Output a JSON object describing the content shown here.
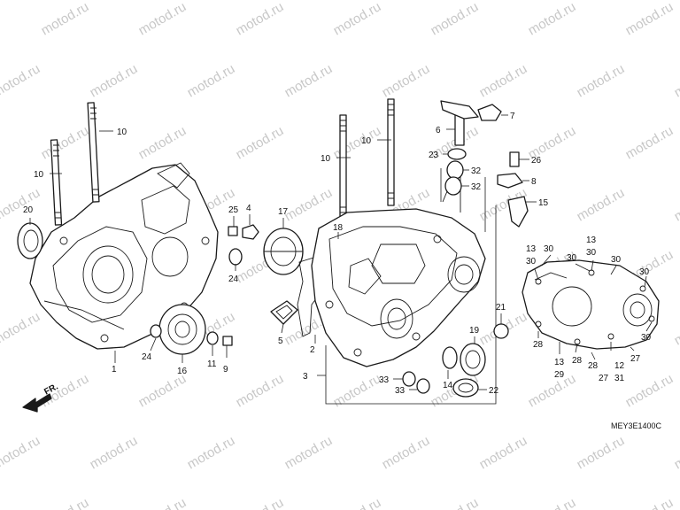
{
  "watermark": "motod.ru",
  "diagram_code": "MEY3E1400C",
  "direction_label": "FR.",
  "callouts": [
    {
      "id": "c10a",
      "text": "10"
    },
    {
      "id": "c10b",
      "text": "10"
    },
    {
      "id": "c10c",
      "text": "10"
    },
    {
      "id": "c10d",
      "text": "10"
    },
    {
      "id": "c20",
      "text": "20"
    },
    {
      "id": "c25",
      "text": "25"
    },
    {
      "id": "c4",
      "text": "4"
    },
    {
      "id": "c24a",
      "text": "24"
    },
    {
      "id": "c24b",
      "text": "24"
    },
    {
      "id": "c1",
      "text": "1"
    },
    {
      "id": "c16",
      "text": "16"
    },
    {
      "id": "c11",
      "text": "11"
    },
    {
      "id": "c9",
      "text": "9"
    },
    {
      "id": "c17",
      "text": "17"
    },
    {
      "id": "c18",
      "text": "18"
    },
    {
      "id": "c5",
      "text": "5"
    },
    {
      "id": "c2",
      "text": "2"
    },
    {
      "id": "c3",
      "text": "3"
    },
    {
      "id": "c6",
      "text": "6"
    },
    {
      "id": "c7",
      "text": "7"
    },
    {
      "id": "c23",
      "text": "23"
    },
    {
      "id": "c32a",
      "text": "32"
    },
    {
      "id": "c32b",
      "text": "32"
    },
    {
      "id": "c26",
      "text": "26"
    },
    {
      "id": "c8",
      "text": "8"
    },
    {
      "id": "c15",
      "text": "15"
    },
    {
      "id": "c21",
      "text": "21"
    },
    {
      "id": "c19",
      "text": "19"
    },
    {
      "id": "c14",
      "text": "14"
    },
    {
      "id": "c22",
      "text": "22"
    },
    {
      "id": "c33a",
      "text": "33"
    },
    {
      "id": "c33b",
      "text": "33"
    },
    {
      "id": "c13a",
      "text": "13"
    },
    {
      "id": "c30a",
      "text": "30"
    },
    {
      "id": "c30b",
      "text": "30"
    },
    {
      "id": "c13b",
      "text": "13"
    },
    {
      "id": "c30c",
      "text": "30"
    },
    {
      "id": "c30d",
      "text": "30"
    },
    {
      "id": "c30e",
      "text": "30"
    },
    {
      "id": "c30f",
      "text": "30"
    },
    {
      "id": "c30g",
      "text": "30"
    },
    {
      "id": "c28a",
      "text": "28"
    },
    {
      "id": "c28b",
      "text": "28"
    },
    {
      "id": "c28c",
      "text": "28"
    },
    {
      "id": "c13c",
      "text": "13"
    },
    {
      "id": "c29",
      "text": "29"
    },
    {
      "id": "c27a",
      "text": "27"
    },
    {
      "id": "c27b",
      "text": "27"
    },
    {
      "id": "c12",
      "text": "12"
    },
    {
      "id": "c31",
      "text": "31"
    }
  ]
}
